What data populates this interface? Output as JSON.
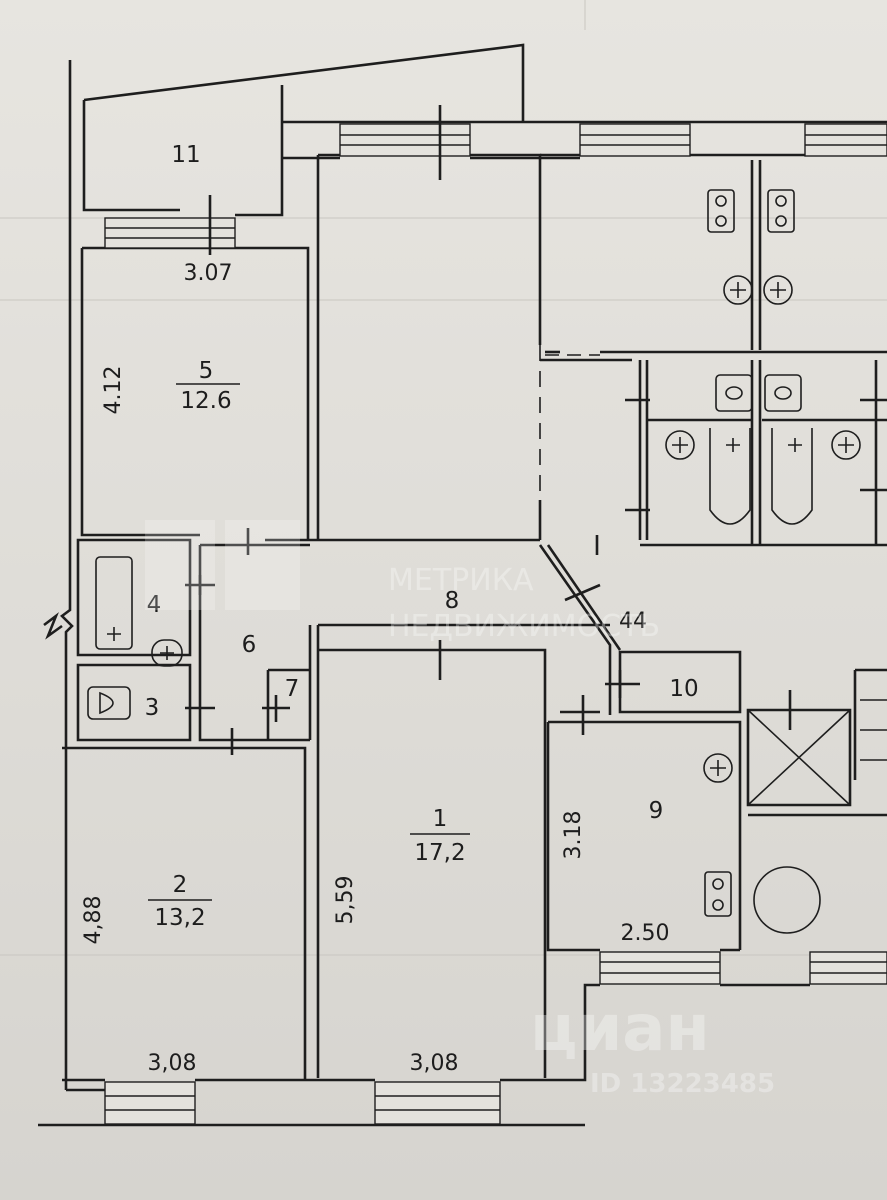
{
  "rooms": {
    "r1": {
      "number": "1",
      "area": "17,2"
    },
    "r2": {
      "number": "2",
      "area": "13,2"
    },
    "r3": {
      "number": "3"
    },
    "r4": {
      "number": "4"
    },
    "r5": {
      "number": "5",
      "area": "12.6"
    },
    "r6": {
      "number": "6"
    },
    "r7": {
      "number": "7"
    },
    "r8": {
      "number": "8"
    },
    "r9": {
      "number": "9"
    },
    "r10": {
      "number": "10"
    },
    "r11": {
      "number": "11"
    }
  },
  "dimensions": {
    "r5_width": "3.07",
    "r5_length": "4.12",
    "r2_length": "4,88",
    "r2_width": "3,08",
    "r1_length": "5,59",
    "r1_width": "3,08",
    "r9_length": "3.18",
    "r9_width": "2.50",
    "corridor_fragment": "44"
  },
  "watermarks": {
    "agency_line1": "МЕТРИКА",
    "agency_line2": "НЕДВИЖИМОСТЬ",
    "portal": "циан",
    "listing_id": "ID 13223485"
  },
  "colors": {
    "paper": "#e2e0db",
    "ink": "#1e1e1e"
  }
}
